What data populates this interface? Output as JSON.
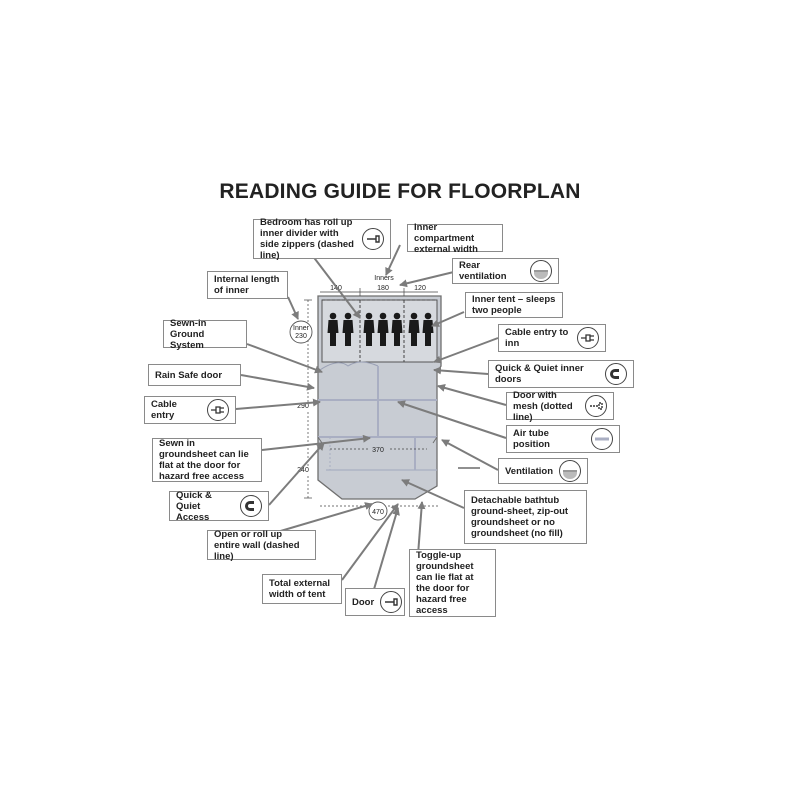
{
  "title": "READING GUIDE FOR FLOORPLAN",
  "dimensions": {
    "inners_label": "Inners",
    "inner_widths": [
      "140",
      "180",
      "120"
    ],
    "inner_length_circle": [
      "Inner",
      "230"
    ],
    "total_length": "290",
    "front_length": "240",
    "front_width": "370",
    "total_width": "470"
  },
  "callouts": {
    "bedroom_divider": "Bedroom has roll up inner divider with side zippers (dashed line)",
    "inner_compartment_width": "Inner compartment external width",
    "rear_ventilation": "Rear ventilation",
    "internal_length": "Internal length of inner",
    "inner_tent": "Inner tent – sleeps two people",
    "sewn_ground": "Sewn-in Ground System",
    "cable_entry_inn": "Cable entry to inn",
    "rain_safe_door": "Rain Safe door",
    "quick_quiet_inner": "Quick & Quiet inner doors",
    "cable_entry": "Cable entry",
    "door_mesh": "Door with mesh (dotted line)",
    "air_tube": "Air tube position",
    "sewn_flat": "Sewn in groundsheet can lie flat at the door for hazard free access",
    "ventilation": "Ventilation",
    "quick_quiet_access": "Quick & Quiet Access",
    "detachable_bathtub": "Detachable bathtub ground-sheet, zip-out groundsheet or no groundsheet (no fill)",
    "open_wall": "Open or roll up entire wall (dashed line)",
    "toggle_up": "Toggle-up groundsheet can lie flat at the door for hazard free access",
    "total_width": "Total external width of tent",
    "door": "Door"
  },
  "icons": {
    "bedroom_divider": "zipper-icon",
    "rear_ventilation": "vent-icon",
    "cable_entry_inn": "plug-icon",
    "quick_quiet_inner": "magnet-icon",
    "cable_entry": "plug-icon",
    "door_mesh": "zipper-icon",
    "air_tube": "air-tube-icon",
    "ventilation": "vent-icon",
    "quick_quiet_access": "magnet-icon",
    "door": "zipper-icon"
  },
  "colors": {
    "tent_fill": "#c8ccd3",
    "inner_fill": "#d6d9de",
    "air_tube": "#a9aec2",
    "outline": "#6f6f6f",
    "arrow": "#7c7c7c"
  }
}
